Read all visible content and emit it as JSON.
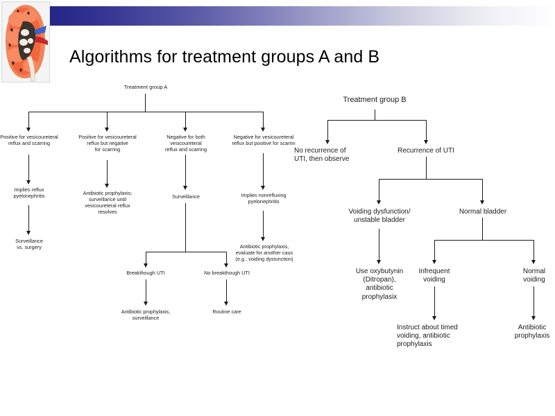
{
  "slide": {
    "title": "Algorithms for treatment groups A and B",
    "background_color": "#ffffff",
    "band_color_start": "#252585",
    "band_color_end": "#ffffff",
    "image_alt": "kidney-cross-section"
  },
  "chart_a": {
    "root": "Treatment group A",
    "branches": [
      {
        "condition": "Positive for vesicoureteral\nreflux and scarring",
        "step1": "Implies reflux\npyelonephritis",
        "step2": "Surveillance\nvs. surgery"
      },
      {
        "condition": "Positive for vesicoureteral\nreflux but negative\nfor scarring",
        "step1": "Antibiotic prophylaxis;\nsurveillance until\nvesicoureteral reflux\nresolves"
      },
      {
        "condition": "Negative for both\nvesicoureteral\nreflux and scarring",
        "step1": "Surveillance",
        "sub_left": "Breakthough UTI",
        "sub_left_result": "Antibiotic prophylaxis,\nsurveillance",
        "sub_right": "No breakthough UTI",
        "sub_right_result": "Routine care"
      },
      {
        "condition": "Negative for vesicoureteral\nreflux but positive for scarrin",
        "step1": "Implies nonrefluxing\npyelonephritis",
        "step2": "Antibiotic prophylaxis,\nevaluate for another caus\n(e.g., voiding dystunction)"
      }
    ]
  },
  "chart_b": {
    "root": "Treatment group B",
    "no_recurrence": "No recurrence of\nUTI, then observe",
    "recurrence": "Recurrence of UTI",
    "voiding_dysfunction": "Voiding dysfunction/\nunstable bladder",
    "voiding_dysfunction_action": "Use oxybutynin\n(Ditropan),\nantibiotic\nprophylasix",
    "normal_bladder": "Normal bladder",
    "infrequent_voiding": "Infrequent\nvoiding",
    "infrequent_voiding_action": "Instruct about timed\nvoiding, antibiotic\nprophylaxis",
    "normal_voiding": "Normal\nvoiding",
    "normal_voiding_action": "Antibiotic\nprophylaxis"
  }
}
